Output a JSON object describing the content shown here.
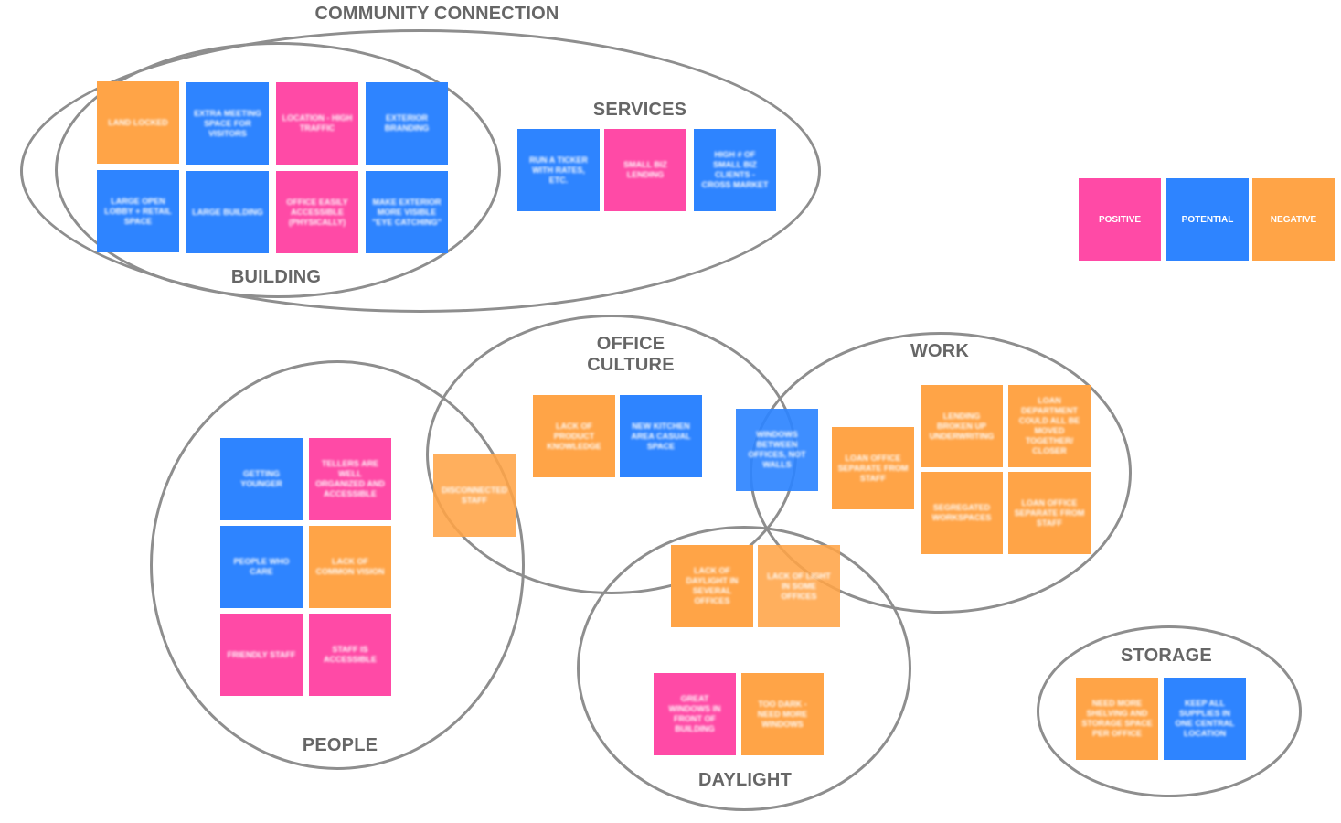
{
  "groups": {
    "community_connection": "COMMUNITY CONNECTION",
    "services": "SERVICES",
    "building": "BUILDING",
    "office_culture": "OFFICE\nCULTURE",
    "work": "WORK",
    "people": "PEOPLE",
    "daylight": "DAYLIGHT",
    "storage": "STORAGE"
  },
  "legend": {
    "positive": "POSITIVE",
    "potential": "POTENTIAL",
    "negative": "NEGATIVE",
    "colors": {
      "positive": "#ff4aa6",
      "potential": "#2e84ff",
      "negative": "#ffa447"
    }
  },
  "notes": {
    "building": [
      {
        "text": "LAND LOCKED",
        "type": "negative"
      },
      {
        "text": "EXTRA MEETING SPACE FOR VISITORS",
        "type": "potential"
      },
      {
        "text": "LOCATION - HIGH TRAFFIC",
        "type": "positive"
      },
      {
        "text": "EXTERIOR BRANDING",
        "type": "potential"
      },
      {
        "text": "LARGE OPEN LOBBY + RETAIL SPACE",
        "type": "potential"
      },
      {
        "text": "LARGE BUILDING",
        "type": "potential"
      },
      {
        "text": "OFFICE EASILY ACCESSIBLE (PHYSICALLY)",
        "type": "positive"
      },
      {
        "text": "MAKE EXTERIOR MORE VISIBLE \"EYE CATCHING\"",
        "type": "potential"
      }
    ],
    "services": [
      {
        "text": "RUN A TICKER WITH RATES, ETC.",
        "type": "potential"
      },
      {
        "text": "SMALL BIZ LENDING",
        "type": "positive"
      },
      {
        "text": "HIGH # OF SMALL BIZ CLIENTS - CROSS MARKET",
        "type": "potential"
      }
    ],
    "people": [
      {
        "text": "GETTING YOUNGER",
        "type": "potential"
      },
      {
        "text": "TELLERS ARE WELL ORGANIZED AND ACCESSIBLE",
        "type": "positive"
      },
      {
        "text": "PEOPLE WHO CARE",
        "type": "potential"
      },
      {
        "text": "LACK OF COMMON VISION",
        "type": "negative"
      },
      {
        "text": "FRIENDLY STAFF",
        "type": "positive"
      },
      {
        "text": "STAFF IS ACCESSIBLE",
        "type": "positive"
      }
    ],
    "office_culture": [
      {
        "text": "DISCONNECTED STAFF",
        "type": "negative"
      },
      {
        "text": "LACK OF PRODUCT KNOWLEDGE",
        "type": "negative"
      },
      {
        "text": "NEW KITCHEN AREA CASUAL SPACE",
        "type": "potential"
      },
      {
        "text": "WINDOWS BETWEEN OFFICES, NOT WALLS",
        "type": "potential"
      }
    ],
    "work": [
      {
        "text": "LOAN OFFICE SEPARATE FROM STAFF",
        "type": "negative"
      },
      {
        "text": "LENDING BROKEN UP UNDERWRITING",
        "type": "negative"
      },
      {
        "text": "LOAN DEPARTMENT COULD ALL BE MOVED TOGETHER/ CLOSER",
        "type": "negative"
      },
      {
        "text": "SEGREGATED WORKSPACES",
        "type": "negative"
      },
      {
        "text": "LOAN OFFICE SEPARATE FROM STAFF",
        "type": "negative"
      }
    ],
    "daylight": [
      {
        "text": "LACK OF DAYLIGHT IN SEVERAL OFFICES",
        "type": "negative"
      },
      {
        "text": "LACK OF LIGHT IN SOME OFFICES",
        "type": "negative"
      },
      {
        "text": "GREAT WINDOWS IN FRONT OF BUILDING",
        "type": "positive"
      },
      {
        "text": "TOO DARK - NEED MORE WINDOWS",
        "type": "negative"
      }
    ],
    "storage": [
      {
        "text": "NEED MORE SHELVING AND STORAGE SPACE PER OFFICE",
        "type": "negative"
      },
      {
        "text": "KEEP ALL SUPPLIES IN ONE CENTRAL LOCATION",
        "type": "potential"
      }
    ]
  }
}
